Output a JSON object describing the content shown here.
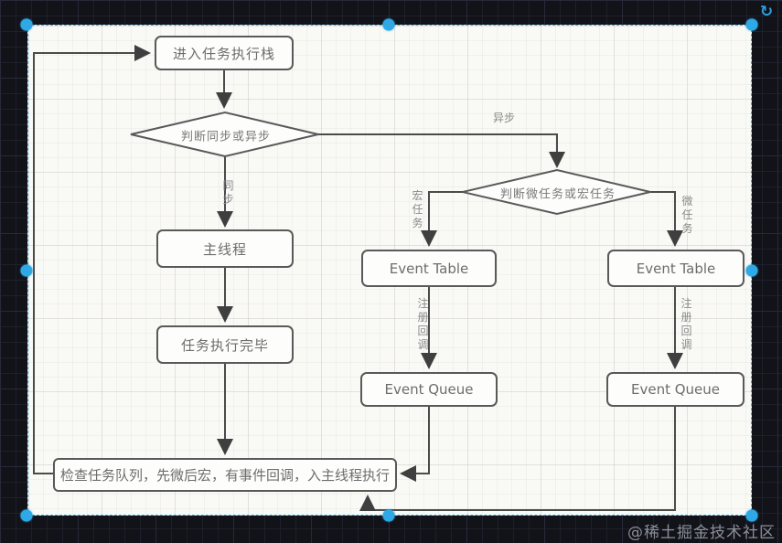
{
  "editor": {
    "rotate_icon_glyph": "↻",
    "watermark": "@稀土掘金技术社区",
    "colors": {
      "handle": "#2ea9e6",
      "selection_border": "#3ab0e8",
      "canvas_bg": "#f9f9f6",
      "dark_bg": "#121219",
      "wire": "#4b4b4b"
    }
  },
  "flowchart": {
    "nodes": {
      "start": {
        "label": "进入任务执行栈"
      },
      "decision_sync": {
        "label": "判断同步或异步"
      },
      "main_thread": {
        "label": "主线程"
      },
      "task_done": {
        "label": "任务执行完毕"
      },
      "decision_task": {
        "label": "判断微任务或宏任务"
      },
      "event_table_macro": {
        "label": "Event Table"
      },
      "event_table_micro": {
        "label": "Event Table"
      },
      "event_queue_macro": {
        "label": "Event Queue"
      },
      "event_queue_micro": {
        "label": "Event Queue"
      },
      "check_queue": {
        "label": "检查任务队列，先微后宏，有事件回调，入主线程执行"
      }
    },
    "edge_labels": {
      "sync": "同步",
      "async": "异步",
      "macro": "宏任务",
      "micro": "微任务",
      "register_macro": "注册回调",
      "register_micro": "注册回调"
    },
    "edges": [
      {
        "from": "check_queue",
        "to": "start",
        "label": ""
      },
      {
        "from": "start",
        "to": "decision_sync",
        "label": ""
      },
      {
        "from": "decision_sync",
        "to": "main_thread",
        "label": "同步"
      },
      {
        "from": "decision_sync",
        "to": "decision_task",
        "label": "异步"
      },
      {
        "from": "decision_task",
        "to": "event_table_macro",
        "label": "宏任务"
      },
      {
        "from": "decision_task",
        "to": "event_table_micro",
        "label": "微任务"
      },
      {
        "from": "event_table_macro",
        "to": "event_queue_macro",
        "label": "注册回调"
      },
      {
        "from": "event_table_micro",
        "to": "event_queue_micro",
        "label": "注册回调"
      },
      {
        "from": "main_thread",
        "to": "task_done",
        "label": ""
      },
      {
        "from": "task_done",
        "to": "check_queue",
        "label": ""
      },
      {
        "from": "event_queue_macro",
        "to": "check_queue",
        "label": ""
      },
      {
        "from": "event_queue_micro",
        "to": "check_queue",
        "label": ""
      }
    ]
  }
}
